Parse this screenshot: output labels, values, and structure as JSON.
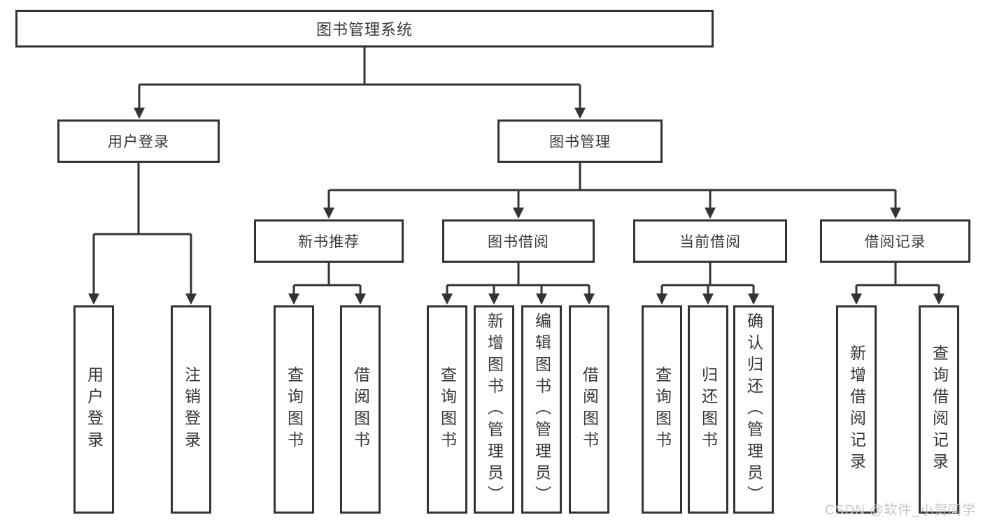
{
  "colors": {
    "line": "#333333",
    "box_border": "#333333",
    "text": "#373737",
    "watermark": "#c7c7c7",
    "background": "#ffffff"
  },
  "tree": {
    "root": {
      "label": "图书管理系统"
    },
    "branches": [
      {
        "label": "用户登录",
        "children": [
          {
            "label": "用户登录"
          },
          {
            "label": "注销登录"
          }
        ]
      },
      {
        "label": "图书管理",
        "sections": [
          {
            "label": "新书推荐",
            "children": [
              {
                "label": "查询图书"
              },
              {
                "label": "借阅图书"
              }
            ]
          },
          {
            "label": "图书借阅",
            "children": [
              {
                "label": "查询图书"
              },
              {
                "label": "新增图书（管理员）"
              },
              {
                "label": "编辑图书（管理员）"
              },
              {
                "label": "借阅图书"
              }
            ]
          },
          {
            "label": "当前借阅",
            "children": [
              {
                "label": "查询图书"
              },
              {
                "label": "归还图书"
              },
              {
                "label": "确认归还（管理员）"
              }
            ]
          },
          {
            "label": "借阅记录",
            "children": [
              {
                "label": "新增借阅记录"
              },
              {
                "label": "查询借阅记录"
              }
            ]
          }
        ]
      }
    ]
  },
  "watermark": {
    "text": "CSDN @软件_小贺同学"
  }
}
